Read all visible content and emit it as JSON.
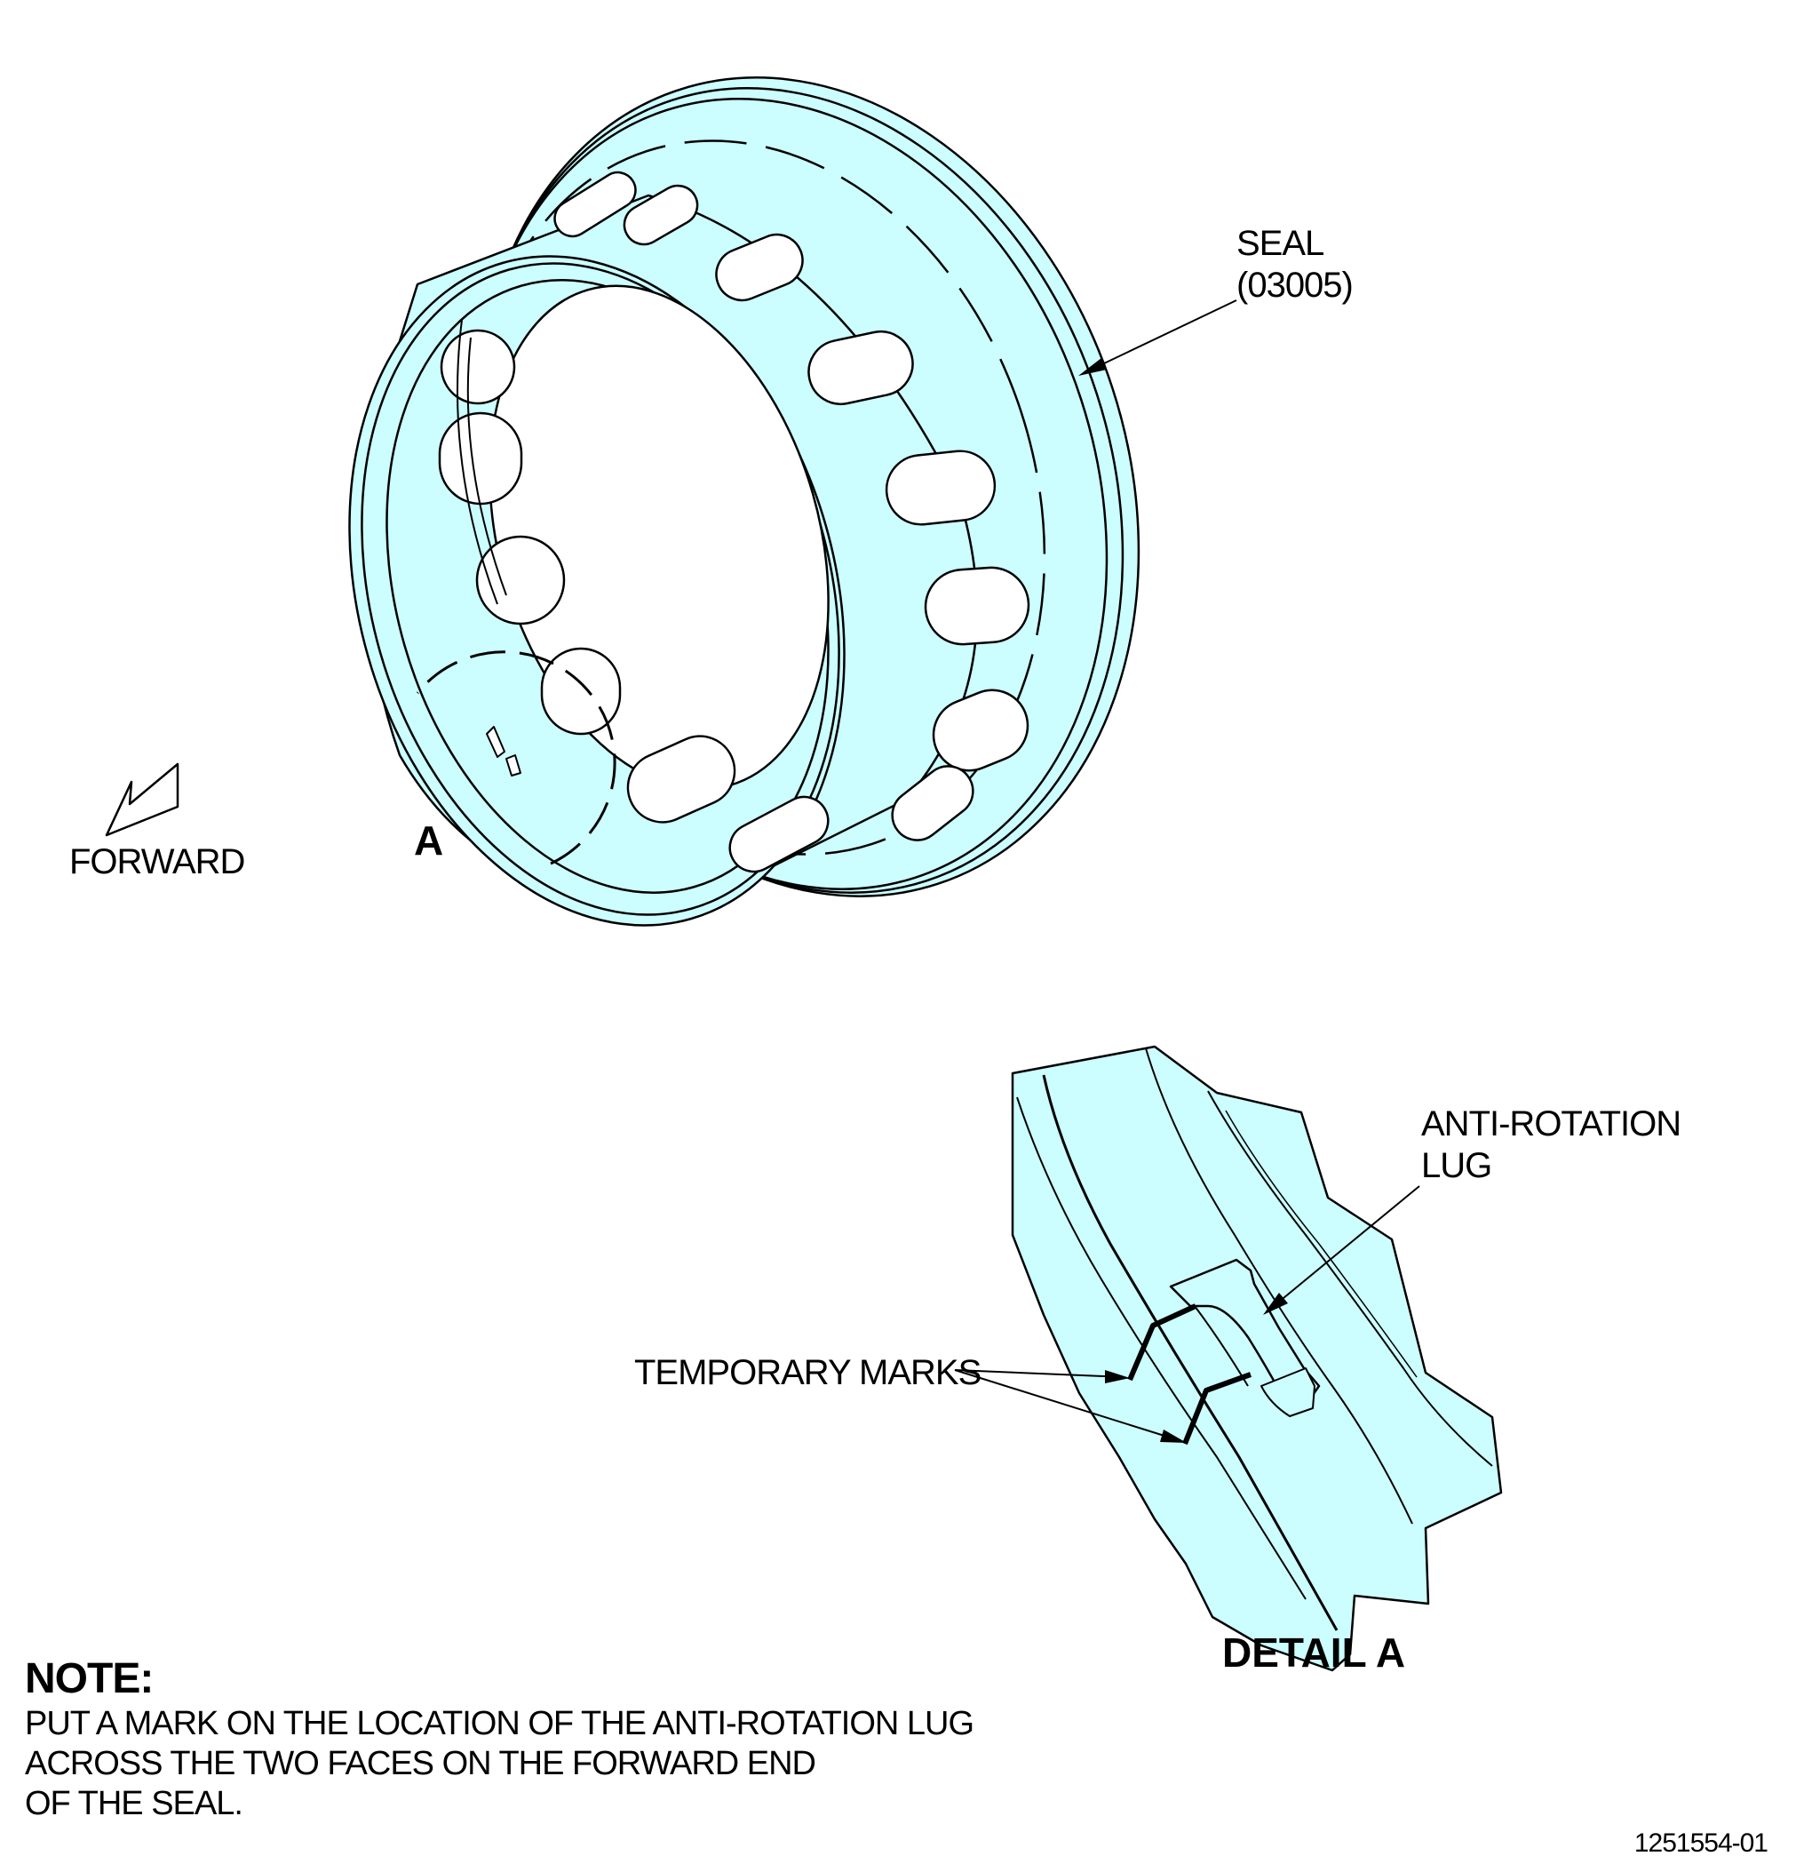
{
  "labels": {
    "seal_line1": "SEAL",
    "seal_line2": "(03005)",
    "forward": "FORWARD",
    "detail_callout": "A",
    "anti_rotation_line1": "ANTI-ROTATION",
    "anti_rotation_line2": "LUG",
    "temporary_marks": "TEMPORARY MARKS",
    "detail_title": "DETAIL A"
  },
  "note": {
    "title": "NOTE:",
    "lines": [
      "PUT A MARK ON THE LOCATION OF THE ANTI-ROTATION LUG",
      "ACROSS THE TWO FACES ON THE FORWARD END",
      "OF THE SEAL."
    ]
  },
  "document_number": "1251554-01",
  "colors": {
    "part_fill": "#ccfdff",
    "line": "#000000",
    "background": "#ffffff"
  }
}
